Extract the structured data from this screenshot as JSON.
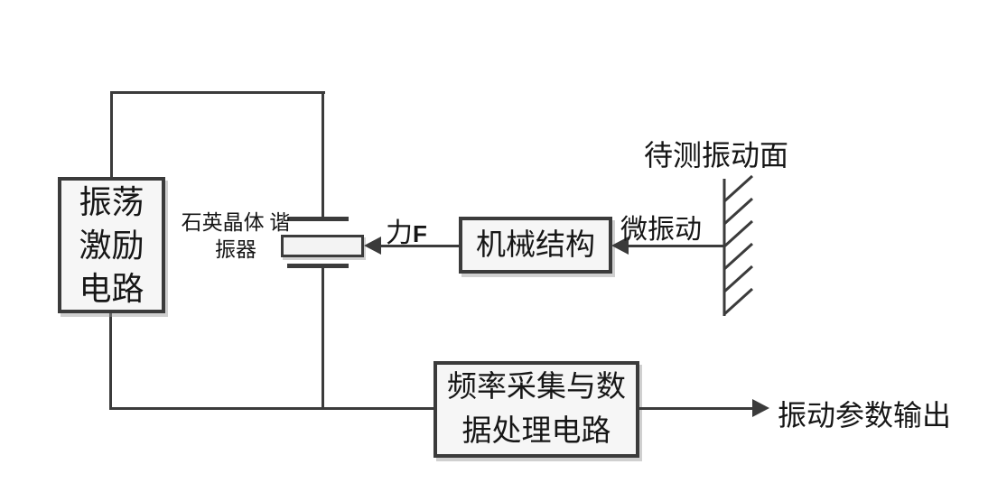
{
  "diagram": {
    "description": "Block diagram of quartz-crystal vibration measurement system",
    "colors": {
      "line": "#3b3b3b",
      "text": "#161616",
      "box_fill": "#f6f6f6",
      "shadow": "#969696",
      "background": "#ffffff"
    },
    "boxes": {
      "oscillator": {
        "label": "振荡激励电路",
        "lines": [
          "振荡",
          "激励",
          "电路"
        ]
      },
      "mechanical": {
        "label": "机械结构"
      },
      "processing": {
        "label": "频率采集与数据处理电路",
        "lines": [
          "频率采集与数",
          "据处理电路"
        ]
      }
    },
    "labels": {
      "crystal": {
        "label": "石英晶体谐振器",
        "lines": [
          "石英晶体",
          "谐振器"
        ]
      },
      "force": {
        "cn": "力",
        "latin": "F"
      },
      "micro_vibration": "微振动",
      "target_surface": "待测振动面",
      "output": "振动参数输出"
    }
  }
}
